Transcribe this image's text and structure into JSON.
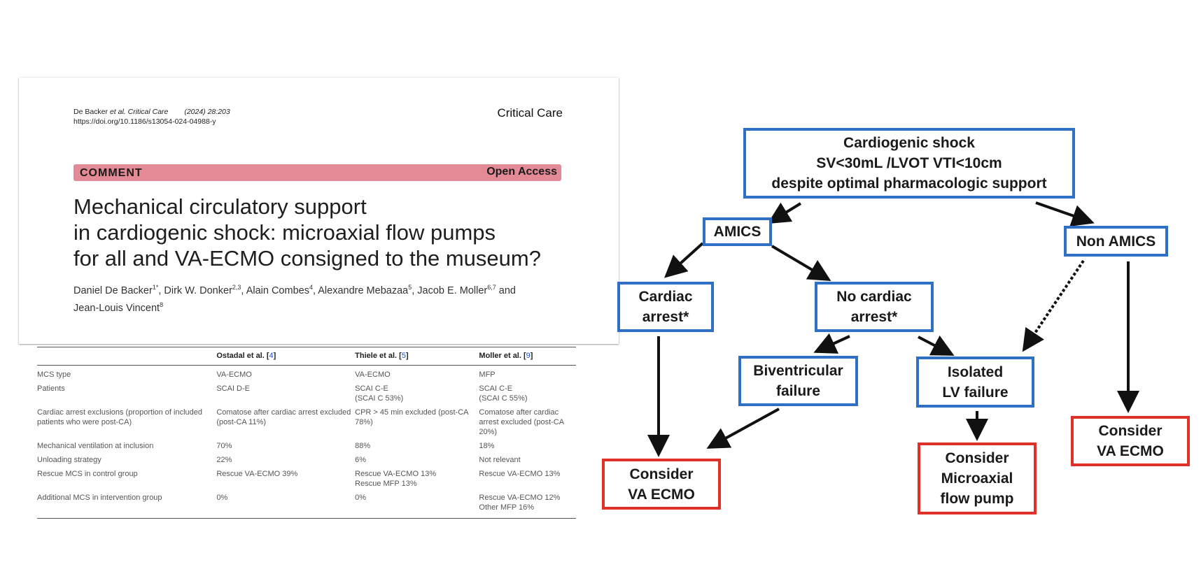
{
  "article": {
    "citation_author": "De Backer",
    "citation_journal": "et al. Critical Care",
    "citation_year": "(2024) 28:203",
    "doi": "https://doi.org/10.1186/s13054-024-04988-y",
    "journal": "Critical Care",
    "section_label": "COMMENT",
    "access_label": "Open Access",
    "title_lines": [
      "Mechanical circulatory support",
      "in cardiogenic shock: microaxial flow pumps",
      "for all and VA-ECMO consigned to the museum?"
    ],
    "authors_line1": [
      {
        "name": "Daniel De Backer",
        "sup": "1*"
      },
      {
        "name": "Dirk W. Donker",
        "sup": "2,3"
      },
      {
        "name": "Alain Combes",
        "sup": "4"
      },
      {
        "name": "Alexandre Mebazaa",
        "sup": "5"
      },
      {
        "name": "Jacob E. Moller",
        "sup": "6,7"
      }
    ],
    "authors_and": "and",
    "authors_line2": {
      "name": "Jean-Louis Vincent",
      "sup": "8"
    }
  },
  "table": {
    "headers": [
      {
        "name": "",
        "ref": ""
      },
      {
        "name": "Ostadal et al.",
        "ref": "4"
      },
      {
        "name": "Thiele et al.",
        "ref": "5"
      },
      {
        "name": "Moller et al.",
        "ref": "9"
      }
    ],
    "rows": [
      [
        "MCS type",
        "VA-ECMO",
        "VA-ECMO",
        "MFP"
      ],
      [
        "Patients",
        "SCAI D-E",
        "SCAI C-E\n(SCAI C 53%)",
        "SCAI C-E\n(SCAI C 55%)"
      ],
      [
        "Cardiac arrest exclusions (proportion of included patients who were post-CA)",
        "Comatose after cardiac arrest excluded (post-CA 11%)",
        "CPR > 45 min excluded (post-CA 78%)",
        "Comatose after cardiac arrest excluded (post-CA 20%)"
      ],
      [
        "Mechanical ventilation at inclusion",
        "70%",
        "88%",
        "18%"
      ],
      [
        "Unloading strategy",
        "22%",
        "6%",
        "Not relevant"
      ],
      [
        "Rescue MCS in control group",
        "Rescue VA-ECMO 39%",
        "Rescue VA-ECMO 13%\nRescue MFP 13%",
        "Rescue VA-ECMO 13%"
      ],
      [
        "Additional MCS in intervention group",
        "0%",
        "0%",
        "Rescue VA-ECMO 12%\nOther MFP 16%"
      ]
    ]
  },
  "flowchart": {
    "colors": {
      "decision_border": "#2f6fc4",
      "action_border": "#e0302a",
      "arrow": "#111111"
    },
    "boxes": {
      "shock": [
        "Cardiogenic shock",
        "SV<30mL /LVOT  VTI<10cm",
        "despite optimal pharmacologic support"
      ],
      "amics": [
        "AMICS"
      ],
      "non_amics": [
        "Non AMICS"
      ],
      "cardiac_arrest": [
        "Cardiac",
        "arrest*"
      ],
      "no_cardiac_arrest": [
        "No cardiac",
        "arrest*"
      ],
      "biventricular": [
        "Biventricular",
        "failure"
      ],
      "isolated_lv": [
        "Isolated",
        "LV failure"
      ],
      "consider_vaecmo_left": [
        "Consider",
        "VA ECMO"
      ],
      "consider_microaxial": [
        "Consider",
        "Microaxial",
        "flow pump"
      ],
      "consider_vaecmo_right": [
        "Consider",
        "VA ECMO"
      ]
    }
  }
}
